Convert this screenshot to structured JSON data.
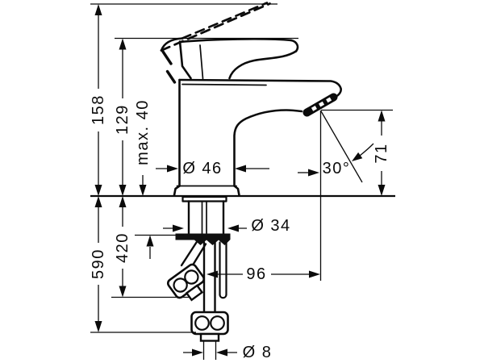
{
  "drawing": {
    "background_color": "#ffffff",
    "ink_color": "#0b0b0b",
    "labels": {
      "total_height_open_lever": "158",
      "height_to_closed_handle": "129",
      "max_deck_thickness": "max. 40",
      "body_diameter": "Ø 46",
      "spout_angle": "30°",
      "spout_height_above_deck": "71",
      "shank_diameter": "Ø 34",
      "short_hose_length": "420",
      "long_hose_length": "590",
      "spout_reach": "96",
      "hose_diameter": "Ø 8"
    }
  }
}
